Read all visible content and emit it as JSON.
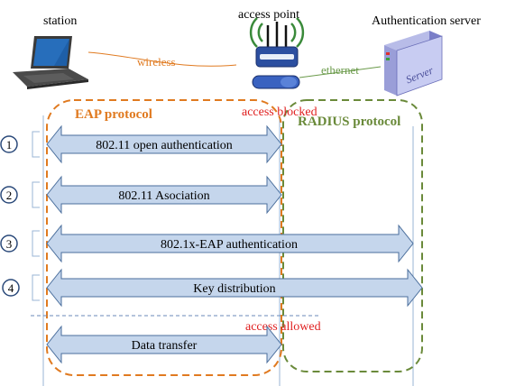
{
  "nodes": {
    "station": "station",
    "access_point": "access point",
    "auth_server": "Authentication server",
    "server_label": "Server"
  },
  "links": {
    "wireless": "wireless",
    "ethernet": "ethernet"
  },
  "regions": {
    "eap": "EAP protocol",
    "radius": "RADIUS protocol",
    "access_blocked": "access blocked",
    "access_allowed": "access allowed"
  },
  "steps": [
    {
      "num": "1",
      "label": "802.11 open authentication"
    },
    {
      "num": "2",
      "label": "802.11 Asociation"
    },
    {
      "num": "3",
      "label": "802.1x-EAP authentication"
    },
    {
      "num": "4",
      "label": "Key distribution"
    },
    {
      "num": "",
      "label": "Data transfer"
    }
  ],
  "colors": {
    "eap_border": "#e07a20",
    "radius_border": "#6a8a3a",
    "arrow_fill": "#c5d6ec",
    "arrow_stroke": "#4a6e9c",
    "alert": "#e02020",
    "wireless_line": "#e07a20",
    "ethernet_line": "#6a9a4a",
    "step_circle": "#2b4a7a"
  }
}
